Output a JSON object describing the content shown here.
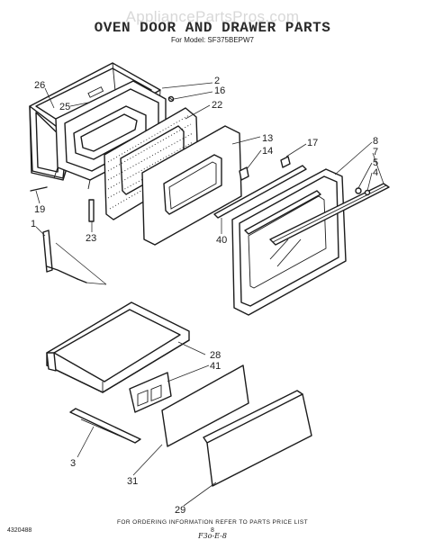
{
  "watermark": "AppliancePartsPros.com",
  "header": {
    "title": "OVEN DOOR AND DRAWER PARTS",
    "model": "For Model: SF375BEPW7"
  },
  "callouts": {
    "c26": "26",
    "c2": "2",
    "c16": "16",
    "c25": "25",
    "c22": "22",
    "c13": "13",
    "c14": "14",
    "c17": "17",
    "c8": "8",
    "c7": "7",
    "c5": "5",
    "c4": "4",
    "c19": "19",
    "c23": "23",
    "c40": "40",
    "c1": "1",
    "c28": "28",
    "c41": "41",
    "c3": "3",
    "c31": "31",
    "c29": "29"
  },
  "footer": {
    "note": "FOR ORDERING INFORMATION REFER TO PARTS PRICE LIST",
    "part_number": "4320488",
    "page": "8",
    "handwritten": "F3o-E-8"
  }
}
